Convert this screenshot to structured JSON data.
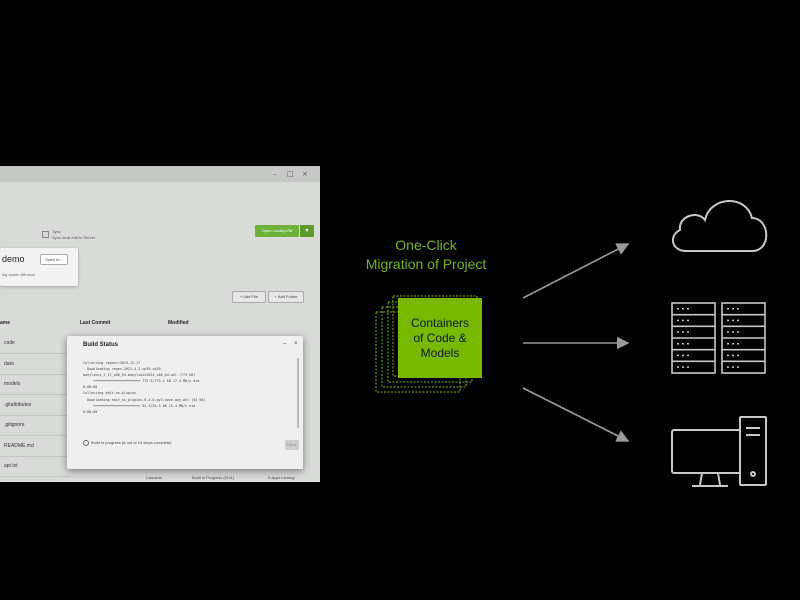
{
  "headline": {
    "line1": "One-Click",
    "line2": "Migration of Project"
  },
  "container_box": {
    "line1": "Containers",
    "line2": "of Code &",
    "line3": "Models"
  },
  "window": {
    "controls": [
      "–",
      "□",
      "×"
    ],
    "breadcrumb": {
      "title": "Sync",
      "subtitle": "Sync local edit to Server"
    },
    "primary_button": "Open Locally/VM",
    "demo_card": {
      "title": "demo",
      "open_in": "Open in...",
      "subtitle": "ing stable diffusion"
    },
    "add_file": "+ Add File",
    "add_folder": "+ Add Folder",
    "columns": {
      "name": "ame",
      "last_commit": "Last Commit",
      "modified": "Modified"
    },
    "files": [
      "code",
      "data",
      "models",
      ".gitattributes",
      ".gitignore",
      "README.md",
      "apt.txt"
    ],
    "modal": {
      "title": "Build Status",
      "controls": [
        "–",
        "×"
      ],
      "log_lines": [
        "Collecting regex>=2019.12.17",
        "  Downloading regex-2022.4.2-cp39-cp39-",
        "manylinux_2_17_x86_64.manylinux2014_x86_64.whl (773 kB)",
        "     ━━━━━━━━━━━━━━━━━━━━━━━ 772.3/773.2 kB 17.4 MB/s eta",
        "0:00:00",
        "Collecting edit-as-plugins",
        "  Downloading edit_as_plugins-0.4.0-py3-none-any.whl (54 kB)",
        "     ━━━━━━━━━━━━━━━━━━━━━━━ 54.3/54.3 kB 15.4 MB/s eta",
        "0:00:00"
      ],
      "radio_label": "Build in progress (6 out of 14 steps complete)",
      "done_button": "Done"
    },
    "status": {
      "left": "Cascade",
      "middle": "Build in Progress (6/14)",
      "right": "5 apps running"
    }
  },
  "icons": [
    "cloud-icon",
    "server-rack-icon",
    "desktop-computer-icon"
  ],
  "colors": {
    "accent_green": "#76b900",
    "background": "#000000",
    "line_gray": "#9a9a9a"
  }
}
